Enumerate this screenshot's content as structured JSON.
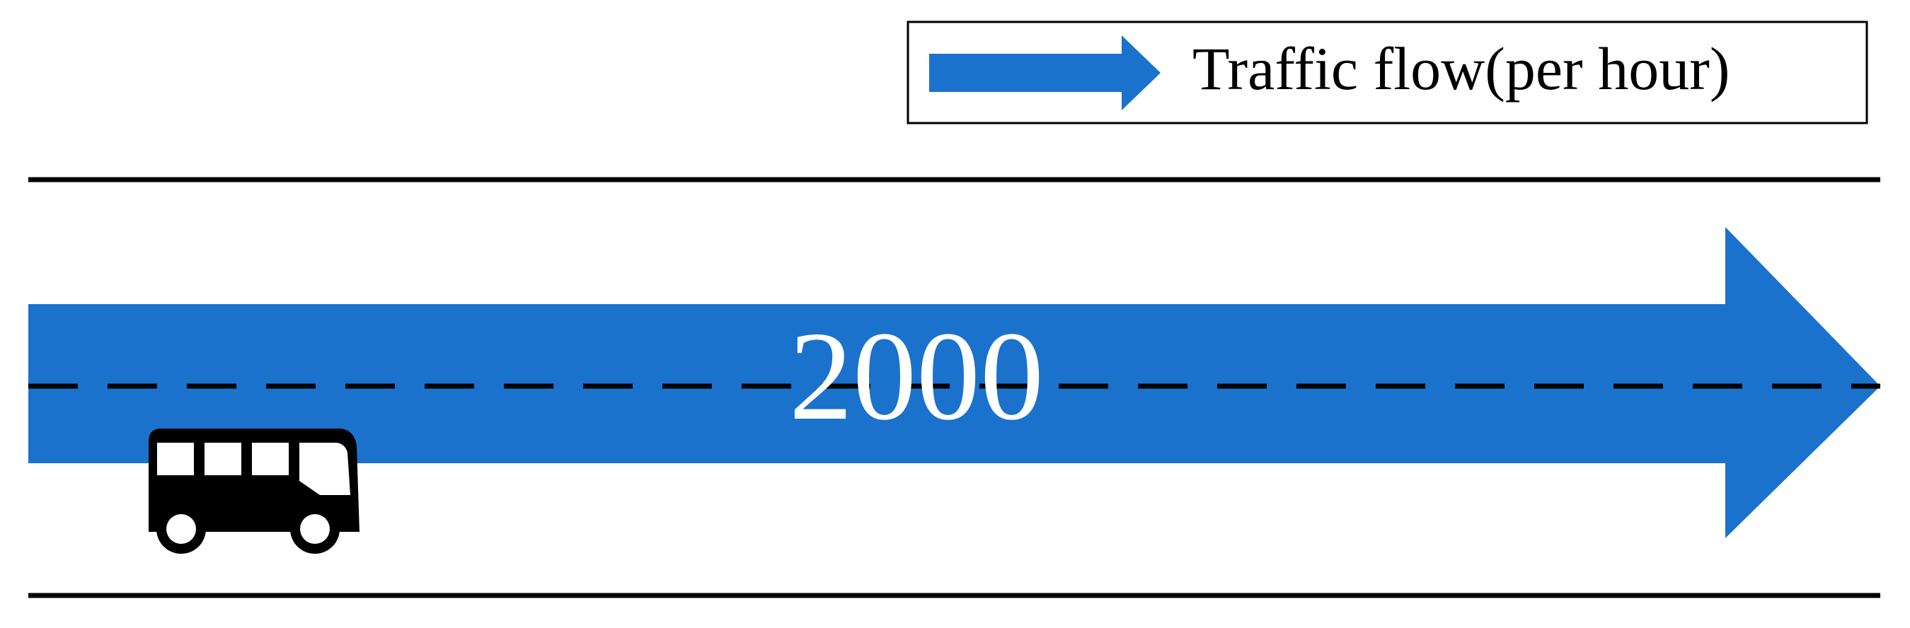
{
  "legend": {
    "label": "Traffic flow(per hour)",
    "icon": "right-arrow-icon"
  },
  "flow": {
    "value": "2000",
    "direction": "right"
  },
  "vehicle": {
    "icon": "bus-icon"
  },
  "colors": {
    "flow_arrow": "#1a72cc",
    "road_lines": "#000000",
    "value_text": "#ffffff",
    "vehicle": "#000000"
  }
}
